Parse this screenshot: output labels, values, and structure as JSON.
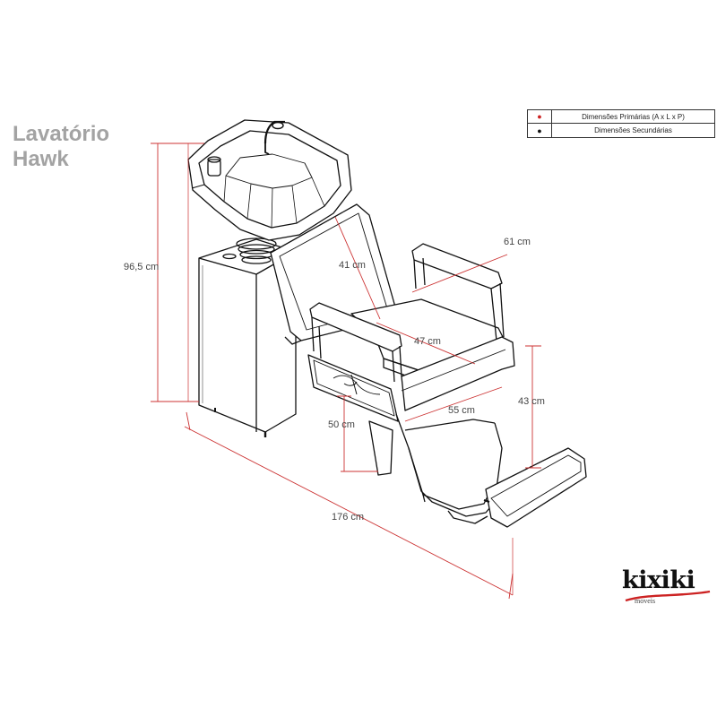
{
  "title": {
    "line1": "Lavatório",
    "line2": "Hawk"
  },
  "legend": {
    "primary_label": "Dimensões Primárias (A x L x P)",
    "secondary_label": "Dimensões Secundárias",
    "primary_color": "#cc2222",
    "secondary_color": "#111111",
    "dot_symbol": "●"
  },
  "dimensions": {
    "height_total": "96,5 cm",
    "backrest": "41 cm",
    "arm_width": "61 cm",
    "seat_width": "47 cm",
    "seat_depth": "55 cm",
    "seat_height": "43 cm",
    "front_height": "50 cm",
    "length_total": "176 cm"
  },
  "logo": {
    "word": "kixiki",
    "sub": "moveis",
    "swoosh_color": "#cc2222"
  },
  "colors": {
    "dimension_line": "#cc3333",
    "outline": "#111111",
    "title": "#a3a3a3"
  }
}
